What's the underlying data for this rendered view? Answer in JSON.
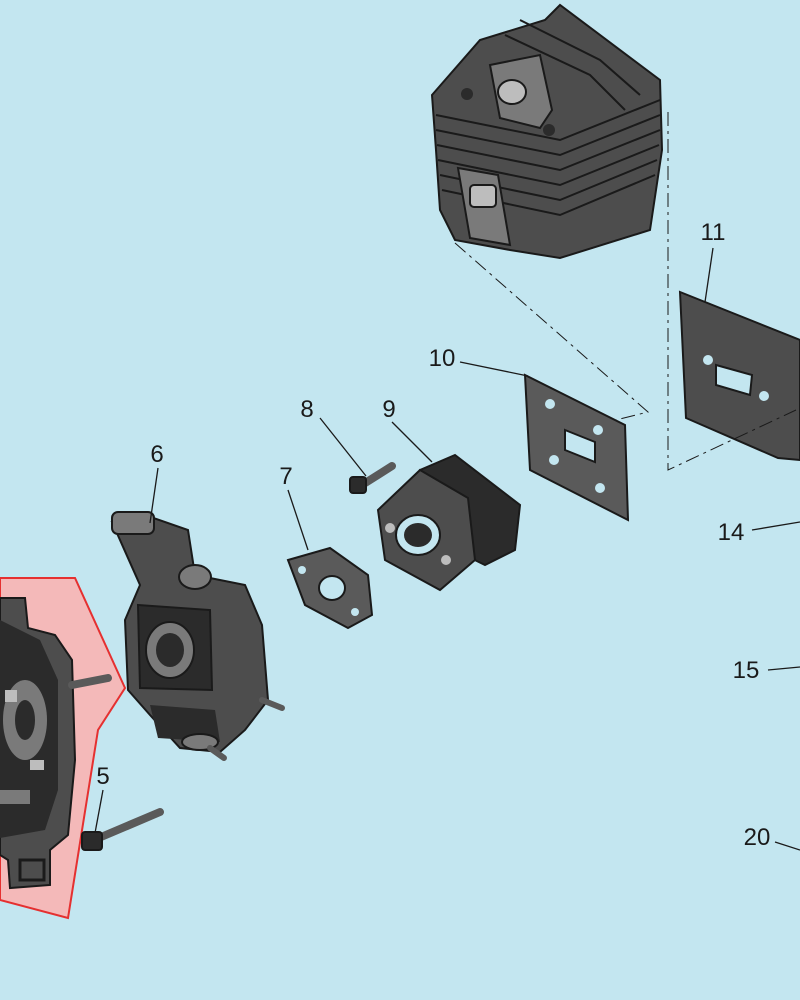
{
  "colors": {
    "background": "#c3e6f0",
    "part_fill": "#4d4d4d",
    "part_dark": "#2b2b2b",
    "part_light": "#7a7a7a",
    "highlight_fill": "#f4b9b9",
    "highlight_stroke": "#e53030",
    "leader": "#1a1a1a"
  },
  "callouts": [
    {
      "id": "5",
      "label": "5",
      "part": "bolt"
    },
    {
      "id": "6",
      "label": "6",
      "part": "carburetor"
    },
    {
      "id": "7",
      "label": "7",
      "part": "carburetor-gasket"
    },
    {
      "id": "8",
      "label": "8",
      "part": "screw"
    },
    {
      "id": "9",
      "label": "9",
      "part": "intake-insulator"
    },
    {
      "id": "10",
      "label": "10",
      "part": "insulator-gasket"
    },
    {
      "id": "11",
      "label": "11",
      "part": "cylinder-gasket"
    },
    {
      "id": "14",
      "label": "14",
      "part": "offscreen-part"
    },
    {
      "id": "15",
      "label": "15",
      "part": "offscreen-part"
    },
    {
      "id": "20",
      "label": "20",
      "part": "offscreen-part"
    }
  ],
  "highlighted_part": "air-filter-housing"
}
